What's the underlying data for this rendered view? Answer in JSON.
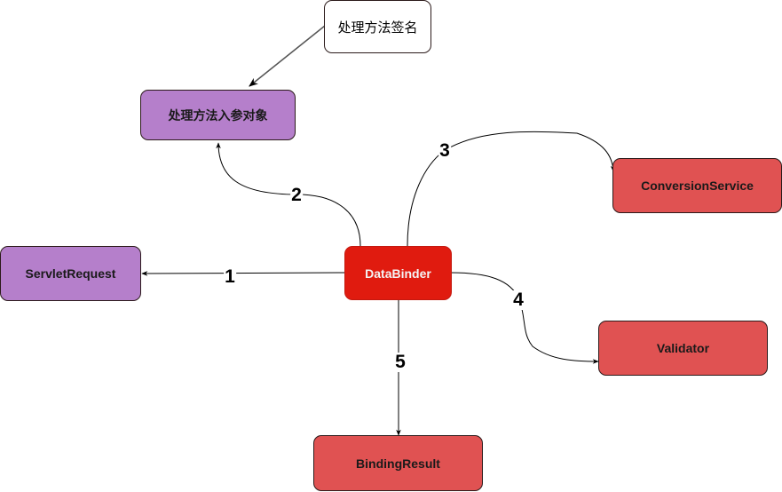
{
  "diagram": {
    "nodes": {
      "signature": "处理方法签名",
      "args": "处理方法入参对象",
      "servlet": "ServletRequest",
      "binder": "DataBinder",
      "conversion": "ConversionService",
      "validator": "Validator",
      "result": "BindingResult"
    },
    "edges": [
      {
        "from": "signature",
        "to": "args",
        "label": ""
      },
      {
        "from": "binder",
        "to": "servlet",
        "label": "1"
      },
      {
        "from": "binder",
        "to": "args",
        "label": "2"
      },
      {
        "from": "binder",
        "to": "conversion",
        "label": "3"
      },
      {
        "from": "binder",
        "to": "validator",
        "label": "4"
      },
      {
        "from": "binder",
        "to": "result",
        "label": "5"
      }
    ],
    "colors": {
      "core": "#e01b0f",
      "input": "#b57fcb",
      "service": "#e05252"
    }
  }
}
